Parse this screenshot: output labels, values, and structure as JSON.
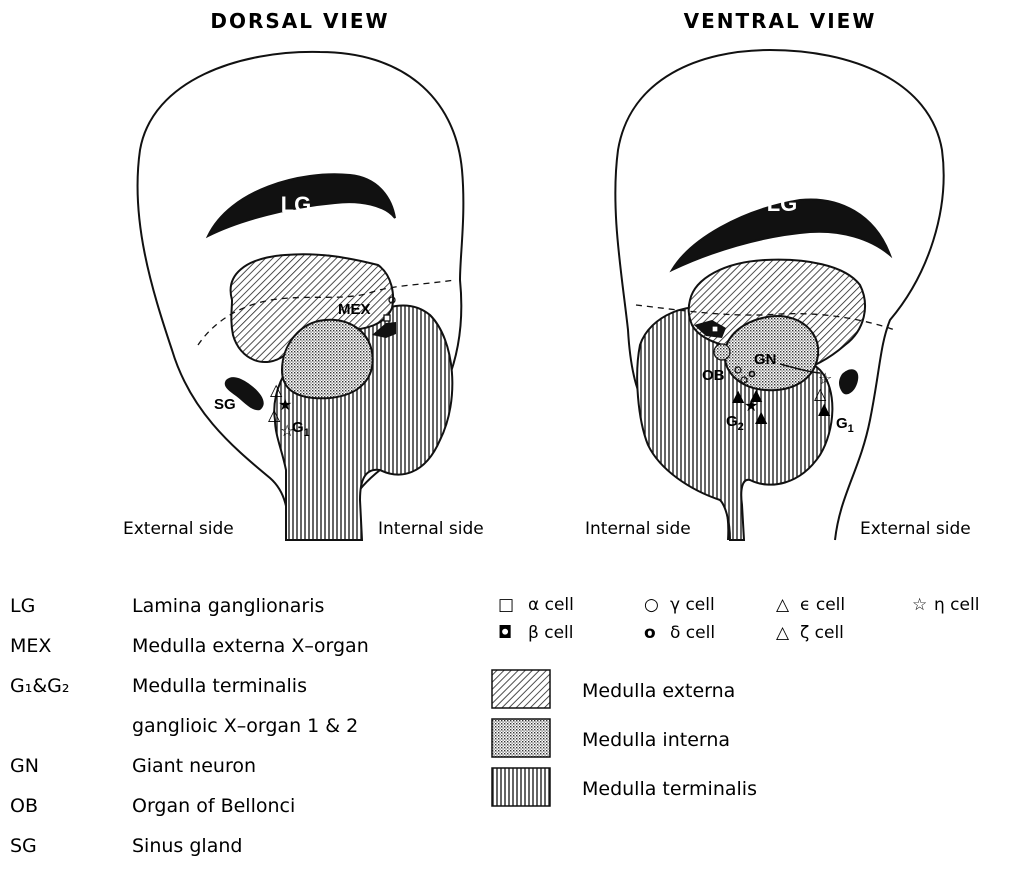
{
  "titles": {
    "dorsal": "DORSAL VIEW",
    "ventral": "VENTRAL VIEW"
  },
  "side_labels": {
    "dorsal_left": "External side",
    "dorsal_right": "Internal side",
    "ventral_left": "Internal side",
    "ventral_right": "External side"
  },
  "diagram_labels": {
    "lg": "LG",
    "mex": "MEX",
    "sg": "SG",
    "g1": "G",
    "g1_sub": "1",
    "gn": "GN",
    "ob": "OB",
    "g2": "G",
    "g2_sub": "2"
  },
  "abbreviations": [
    {
      "abbr": "LG",
      "meaning": "Lamina   ganglionaris"
    },
    {
      "abbr": "MEX",
      "meaning": "Medulla   externa X–organ"
    },
    {
      "abbr": "G₁&G₂",
      "meaning": "Medulla   terminalis"
    },
    {
      "abbr": "",
      "meaning": "ganglioic  X–organ 1 & 2"
    },
    {
      "abbr": "GN",
      "meaning": "Giant neuron"
    },
    {
      "abbr": "OB",
      "meaning": "Organ of Bellonci"
    },
    {
      "abbr": "SG",
      "meaning": "Sinus  gland"
    }
  ],
  "cell_types": [
    {
      "symbol": "□",
      "label": "α cell"
    },
    {
      "symbol": "◘",
      "label": "β cell"
    },
    {
      "symbol": "○",
      "label": "γ cell"
    },
    {
      "symbol": "o",
      "label": "δ cell"
    },
    {
      "symbol": "△",
      "label": "ϵ cell"
    },
    {
      "symbol": "△",
      "label": "ζ cell"
    },
    {
      "symbol": "☆",
      "label": "η cell"
    }
  ],
  "region_legend": [
    {
      "pattern": "diagonal",
      "label": "Medulla   externa"
    },
    {
      "pattern": "dots",
      "label": "Medulla    interna"
    },
    {
      "pattern": "vertical",
      "label": "Medulla    terminalis"
    }
  ]
}
